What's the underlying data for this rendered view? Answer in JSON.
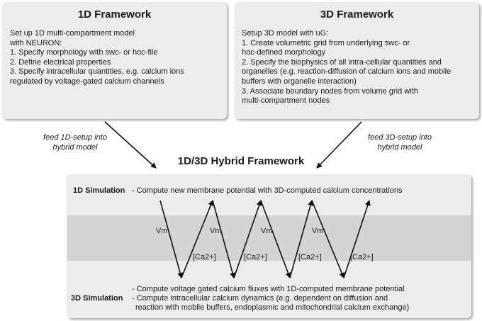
{
  "framework_1d": {
    "title": "1D Framework",
    "lines": [
      "Set up 1D multi-compartment model",
      "with NEURON:",
      "1. Specify morphology with swc- or hoc-file",
      "2. Define electrical properties",
      "3. Specify intracellular quantities, e.g. calcium ions",
      "regulated by voltage-gated calcium channels"
    ]
  },
  "framework_3d": {
    "title": "3D Framework",
    "lines": [
      "Setup 3D model with uG:",
      "1. Create volumetric grid from underlying swc- or",
      "hoc-defined morphology",
      "2. Specify the  biophysics of all intra-cellular quantities and",
      "organelles (e.g. reaction-diffusion of calcium ions and mobile",
      "buffers with organelle interaction)",
      "3. Associate boundary nodes from volume grid with",
      "multi-compartment nodes"
    ]
  },
  "feed_1d": [
    "feed 1D-setup into",
    "hybrid model"
  ],
  "feed_3d": [
    "feed 3D-setup into",
    "hybrid model"
  ],
  "hybrid": {
    "title": "1D/3D Hybrid Framework",
    "sim_1d_label": "1D Simulation",
    "sim_1d_text": "- Compute new membrane potential with 3D-computed calcium concentrations",
    "sim_3d_label": "3D Simulation",
    "sim_3d_lines": [
      "- Compute voltage gated calcium fluxes with 1D-computed membrane potential",
      "- Compute intracellular calcium dynamics (e.g. dependent on diffusion and",
      "reaction with mobile buffers, endoplasmic and mitochondrial calcium exchange)"
    ],
    "zigzag_labels": [
      "Vm",
      "[Ca2+]",
      "Vm",
      "[Ca2+]",
      "Vm",
      "[Ca2+]",
      "Vm",
      "[Ca2+]"
    ]
  },
  "colors": {
    "box_fill": "#ececec",
    "band_fill": "#d4d4d4",
    "arrow": "#111111"
  }
}
